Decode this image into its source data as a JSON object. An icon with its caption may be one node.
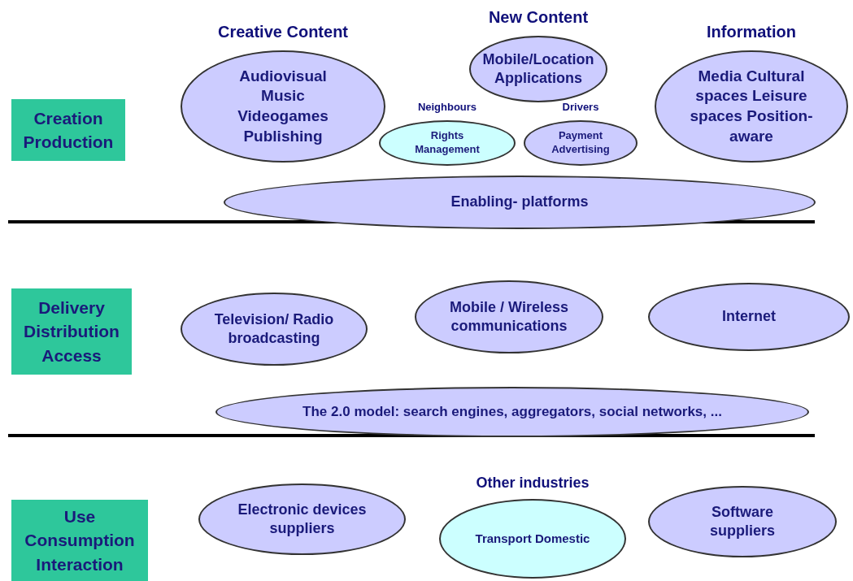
{
  "diagram": {
    "nodes": [
      {
        "text": [
          "Creation Production"
        ]
      },
      {
        "text": [
          "Creative Content",
          "Audiovisual Music Videogames Publishing"
        ]
      },
      {
        "text": [
          "New Content",
          "Mobile/Location Applications"
        ]
      },
      {
        "text": [
          "Information",
          "Media Cultural spaces Leisure spaces Position-aware"
        ]
      },
      {
        "text": [
          "Neighbours",
          "Rights Management"
        ]
      },
      {
        "text": [
          "Drivers",
          "Payment Advertising"
        ]
      },
      {
        "text": [
          "Enabling- platforms"
        ]
      },
      {
        "text": [
          "Delivery Distribution Access"
        ]
      },
      {
        "text": [
          "Television/ Radio broadcasting"
        ]
      },
      {
        "text": [
          "Mobile / Wireless communications"
        ]
      },
      {
        "text": [
          "Internet"
        ]
      },
      {
        "text": [
          "The 2.0 model: search engines, aggregators, social networks, ..."
        ]
      },
      {
        "text": [
          "Use Consumption Interaction"
        ]
      },
      {
        "text": [
          "Electronic devices suppliers"
        ]
      },
      {
        "text": [
          "Other industries",
          "Transport Domestic"
        ]
      },
      {
        "text": [
          "Software suppliers"
        ]
      }
    ]
  }
}
